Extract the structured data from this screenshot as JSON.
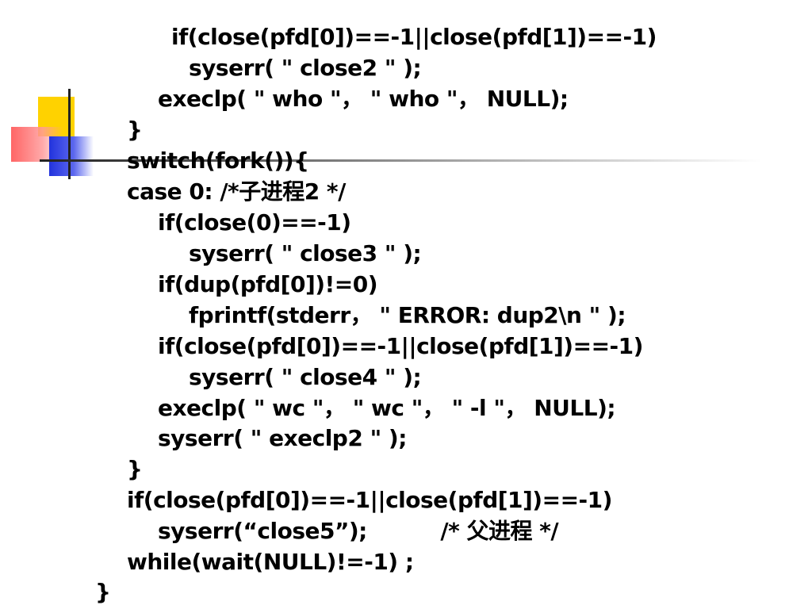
{
  "code_lines": [
    {
      "text": "if(close(pfd[0])==-1||close(pfd[1])==-1)"
    },
    {
      "text": "syserr( \" close2 \" );"
    },
    {
      "text": "execlp( \" who \"， \" who \"， NULL);"
    },
    {
      "text": "}"
    },
    {
      "text": "switch(fork()){"
    },
    {
      "text": "case 0: /*子进程2 */"
    },
    {
      "text": "if(close(0)==-1)"
    },
    {
      "text": "syserr( \" close3 \" );"
    },
    {
      "text": "if(dup(pfd[0])!=0)"
    },
    {
      "text": "fprintf(stderr， \" ERROR: dup2\\n \" );"
    },
    {
      "text": "if(close(pfd[0])==-1||close(pfd[1])==-1)"
    },
    {
      "text": "syserr( \" close4 \" );"
    },
    {
      "text": "execlp( \" wc \"， \" wc \"， \" -l \"， NULL);"
    },
    {
      "text": "syserr( \" execlp2 \" );"
    },
    {
      "text": "}"
    },
    {
      "text": "if(close(pfd[0])==-1||close(pfd[1])==-1)"
    },
    {
      "text": "syserr(“close5”);          /* 父进程 */"
    },
    {
      "text": "while(wait(NULL)!=-1) ;"
    },
    {
      "text": "}"
    }
  ],
  "colors": {
    "text": "#000000",
    "background": "#ffffff",
    "logo_yellow": "#ffd200",
    "logo_red": "#ff4a4a",
    "logo_blue": "#2233dd"
  }
}
